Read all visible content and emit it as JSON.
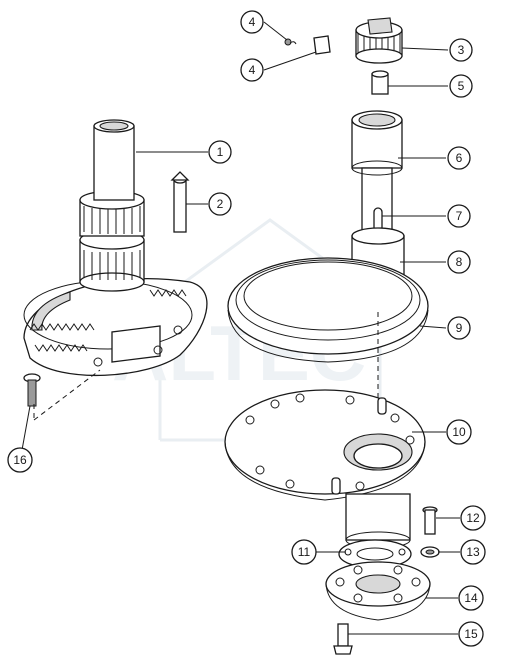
{
  "callouts": {
    "c1": "1",
    "c2": "2",
    "c3": "3",
    "c4a": "4",
    "c4b": "4",
    "c5": "5",
    "c6": "6",
    "c7": "7",
    "c8": "8",
    "c9": "9",
    "c10": "10",
    "c11": "11",
    "c12": "12",
    "c13": "13",
    "c14": "14",
    "c15": "15",
    "c16": "16"
  },
  "watermark": "ALTEC",
  "colors": {
    "line": "#1a1a1a",
    "shade": "#d8d8d8",
    "watermark": "#eef2f5"
  }
}
